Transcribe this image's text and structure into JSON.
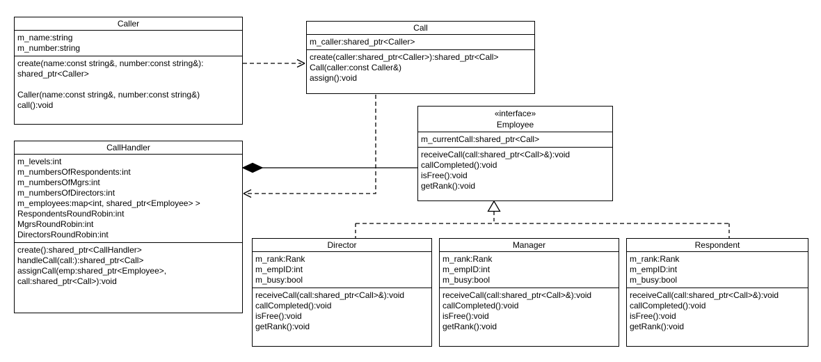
{
  "diagram": {
    "kind": "uml-class-diagram",
    "background_color": "#ffffff",
    "line_color": "#000000"
  },
  "classes": {
    "caller": {
      "name": "Caller",
      "attributes": [
        "m_name:string",
        "m_number:string"
      ],
      "methods": [
        "create(name:const string&, number:const string&):",
        "shared_ptr<Caller>",
        "",
        "Caller(name:const string&, number:const string&)",
        "call():void"
      ]
    },
    "call": {
      "name": "Call",
      "attributes": [
        "m_caller:shared_ptr<Caller>"
      ],
      "methods": [
        "create(caller:shared_ptr<Caller>):shared_ptr<Call>",
        "Call(caller:const Caller&)",
        "assign():void"
      ]
    },
    "employee": {
      "stereotype": "«interface»",
      "name": "Employee",
      "attributes": [
        "m_currentCall:shared_ptr<Call>"
      ],
      "methods": [
        "receiveCall(call:shared_ptr<Call>&):void",
        "callCompleted():void",
        "isFree():void",
        "getRank():void"
      ]
    },
    "callhandler": {
      "name": "CallHandler",
      "attributes": [
        "m_levels:int",
        "m_numbersOfRespondents:int",
        "m_numbersOfMgrs:int",
        "m_numbersOfDirectors:int",
        "m_employees:map<int, shared_ptr<Employee> >",
        "RespondentsRoundRobin:int",
        "MgrsRoundRobin:int",
        "DirectorsRoundRobin:int"
      ],
      "methods": [
        "create():shared_ptr<CallHandler>",
        "handleCall(call:):shared_ptr<Call>",
        "assignCall(emp:shared_ptr<Employee>,",
        "call:shared_ptr<Call>):void"
      ]
    },
    "director": {
      "name": "Director",
      "attributes": [
        "m_rank:Rank",
        "m_empID:int",
        "m_busy:bool"
      ],
      "methods": [
        "receiveCall(call:shared_ptr<Call>&):void",
        "callCompleted():void",
        "isFree():void",
        "getRank():void"
      ]
    },
    "manager": {
      "name": "Manager",
      "attributes": [
        "m_rank:Rank",
        "m_empID:int",
        "m_busy:bool"
      ],
      "methods": [
        "receiveCall(call:shared_ptr<Call>&):void",
        "callCompleted():void",
        "isFree():void",
        "getRank():void"
      ]
    },
    "respondent": {
      "name": "Respondent",
      "attributes": [
        "m_rank:Rank",
        "m_empID:int",
        "m_busy:bool"
      ],
      "methods": [
        "receiveCall(call:shared_ptr<Call>&):void",
        "callCompleted():void",
        "isFree():void",
        "getRank():void"
      ]
    }
  },
  "relationships": [
    {
      "type": "dependency",
      "from": "Caller",
      "to": "Call",
      "line": "dashed",
      "arrowhead": "open"
    },
    {
      "type": "composition",
      "owner": "CallHandler",
      "part": "Employee",
      "line": "solid",
      "diamond": "filled"
    },
    {
      "type": "dependency",
      "from": "Call",
      "to": "CallHandler",
      "line": "dashed",
      "arrowhead": "open"
    },
    {
      "type": "realization",
      "from": "Director",
      "to": "Employee",
      "line": "dashed",
      "arrowhead": "hollow-triangle"
    },
    {
      "type": "realization",
      "from": "Manager",
      "to": "Employee",
      "line": "dashed",
      "arrowhead": "hollow-triangle"
    },
    {
      "type": "realization",
      "from": "Respondent",
      "to": "Employee",
      "line": "dashed",
      "arrowhead": "hollow-triangle"
    }
  ]
}
